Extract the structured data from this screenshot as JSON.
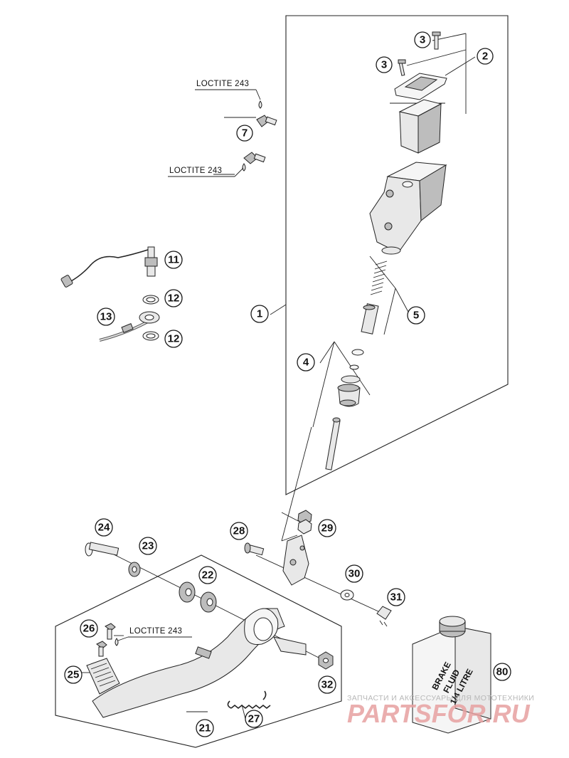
{
  "callouts": [
    {
      "id": "c-3a",
      "label": "3"
    },
    {
      "id": "c-3b",
      "label": "3"
    },
    {
      "id": "c-2",
      "label": "2"
    },
    {
      "id": "c-7",
      "label": "7"
    },
    {
      "id": "c-11",
      "label": "11"
    },
    {
      "id": "c-12a",
      "label": "12"
    },
    {
      "id": "c-13",
      "label": "13"
    },
    {
      "id": "c-12b",
      "label": "12"
    },
    {
      "id": "c-1",
      "label": "1"
    },
    {
      "id": "c-5",
      "label": "5"
    },
    {
      "id": "c-4",
      "label": "4"
    },
    {
      "id": "c-24",
      "label": "24"
    },
    {
      "id": "c-23",
      "label": "23"
    },
    {
      "id": "c-28",
      "label": "28"
    },
    {
      "id": "c-29",
      "label": "29"
    },
    {
      "id": "c-22",
      "label": "22"
    },
    {
      "id": "c-30",
      "label": "30"
    },
    {
      "id": "c-31",
      "label": "31"
    },
    {
      "id": "c-26",
      "label": "26"
    },
    {
      "id": "c-25",
      "label": "25"
    },
    {
      "id": "c-32",
      "label": "32"
    },
    {
      "id": "c-27",
      "label": "27"
    },
    {
      "id": "c-21",
      "label": "21"
    },
    {
      "id": "c-80",
      "label": "80"
    }
  ],
  "notes": {
    "loctite_top": "LOCTITE 243",
    "loctite_mid": "LOCTITE 243",
    "loctite_bottom": "LOCTITE 243"
  },
  "bottle": {
    "line1": "BRAKE",
    "line2": "FLUID",
    "line3": "1/4 LITRE"
  },
  "watermark": {
    "subtitle": "ЗАПЧАСТИ И АКСЕССУАРЫ ДЛЯ МОТОТЕХНИКИ",
    "brand": "PARTSFOR.RU"
  }
}
